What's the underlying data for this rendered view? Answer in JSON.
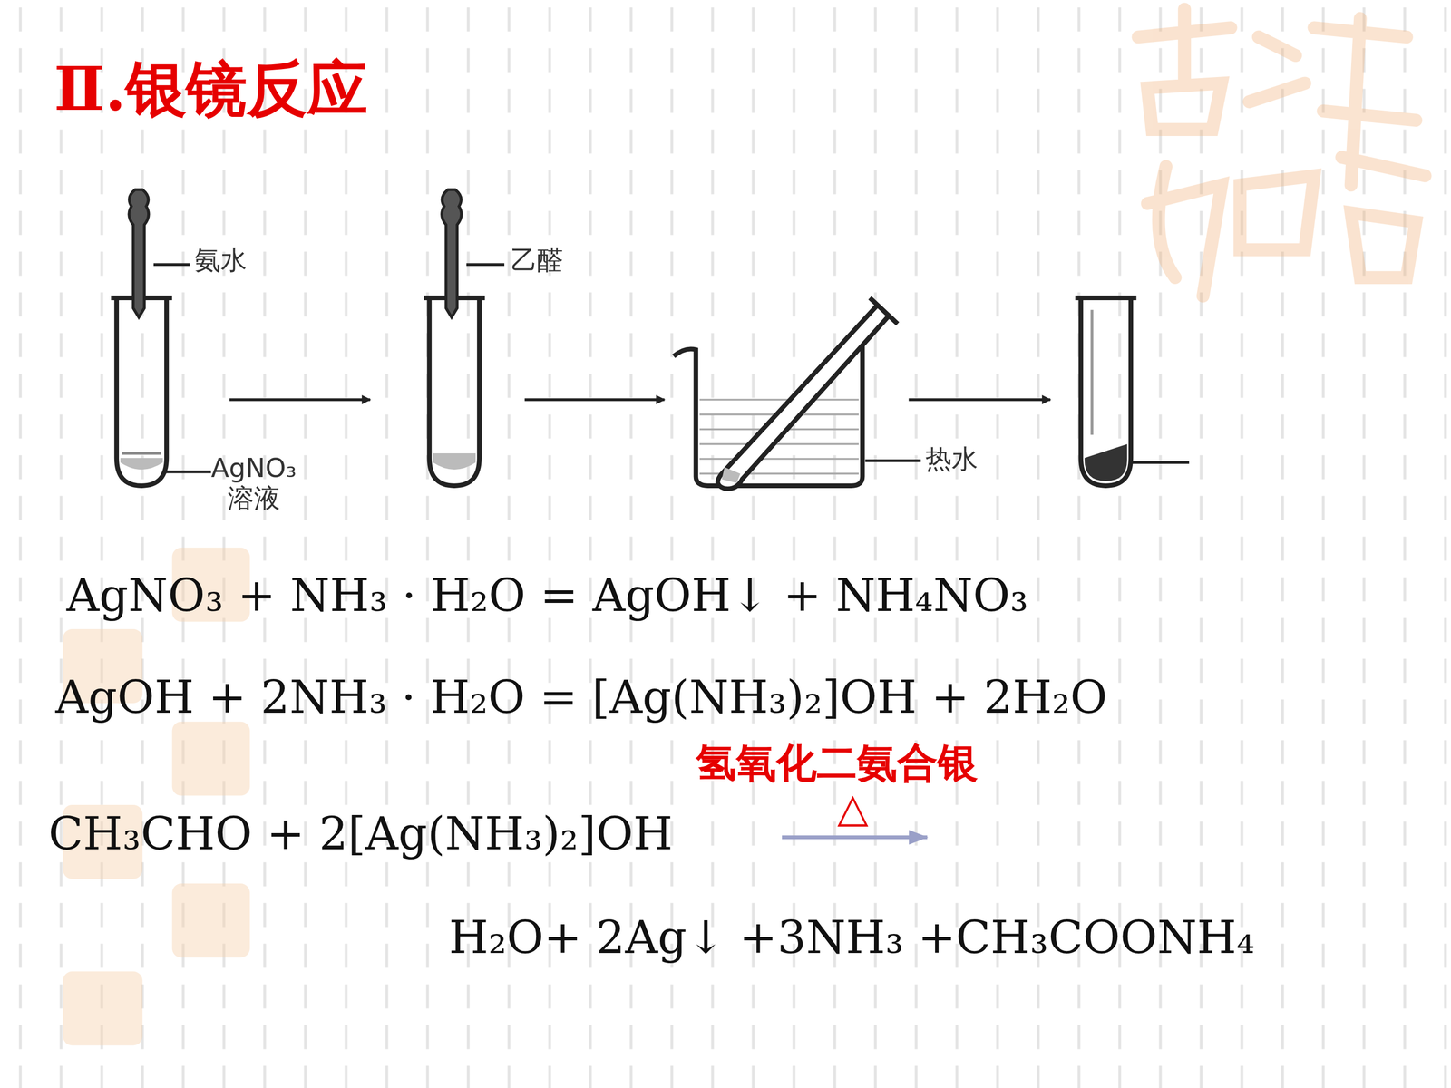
{
  "diagram": {
    "title": "Ⅱ.银镜反应",
    "labels": [
      "氨水",
      "乙醛",
      "AgNO₃ 溶液",
      "热水",
      "AgNO₃ + NH₃ · H₂O = AgOH↓ + NH₄NO₃",
      "AgOH + 2NH₃ · H₂O = [Ag(NH₃)₂]OH + 2H₂O",
      "氢氧化二氨合银",
      "CH₃CHO + 2[Ag(NH₃)₂]OH",
      "△",
      "H₂O+ 2Ag↓ +3NH₃ +CH₃COONH₄"
    ]
  }
}
